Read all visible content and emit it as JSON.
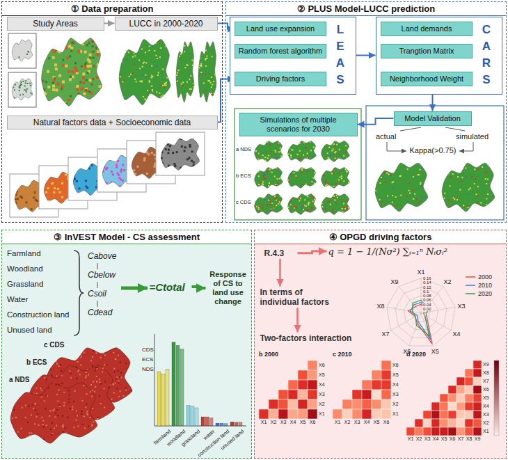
{
  "diagram": {
    "nodes": [
      {
        "text": [
          "① Data preparation"
        ]
      },
      {
        "text": [
          "Study Areas"
        ],
        "in": 0
      },
      {
        "text": [
          "LUCC in 2000-2020"
        ],
        "in": 0
      },
      {
        "text": [
          "Natural factors data + Socioeconomic data"
        ],
        "in": 0
      },
      {
        "text": [
          "② PLUS Model-LUCC prediction"
        ]
      },
      {
        "text": [
          "LEAS"
        ],
        "in": 4
      },
      {
        "text": [
          "Land use expansion"
        ],
        "in": 5
      },
      {
        "text": [
          "Random forest algorithm"
        ],
        "in": 5
      },
      {
        "text": [
          "Driving factors"
        ],
        "in": 5
      },
      {
        "text": [
          "CARS"
        ],
        "in": 4
      },
      {
        "text": [
          "Land demands"
        ],
        "in": 9
      },
      {
        "text": [
          "Trangtion Matrix"
        ],
        "in": 9
      },
      {
        "text": [
          "Neighborhood Weight"
        ],
        "in": 9
      },
      {
        "text": [
          "Model Validation"
        ],
        "in": 4
      },
      {
        "text": [
          "Simulations of multiple scenarios for 2030"
        ],
        "in": 4
      },
      {
        "text": [
          "③ InVEST Model - CS assessment"
        ]
      },
      {
        "text": [
          "=Ctotal"
        ],
        "in": 15
      },
      {
        "text": [
          "Response of CS to land use change"
        ],
        "in": 15
      },
      {
        "text": [
          "④ OPGD driving factors"
        ]
      },
      {
        "text": [
          "R.4.3"
        ],
        "in": 18
      },
      {
        "text": [
          "q = 1 − 1/(Nσ²) ∑ᵢ₌₁ⁿ Nᵢσᵢ²"
        ],
        "in": 18
      },
      {
        "text": [
          "In terms of individual factors"
        ],
        "in": 18
      },
      {
        "text": [
          "Two-factors interaction"
        ],
        "in": 18
      }
    ],
    "edges": [
      {
        "from": 1,
        "to": 2,
        "arrow": "to"
      },
      {
        "from": 2,
        "to": 6,
        "arrow": "to"
      },
      {
        "from": 3,
        "to": 8,
        "arrow": "to"
      },
      {
        "from": 5,
        "to": 9,
        "arrow": "to"
      },
      {
        "from": 9,
        "to": 13,
        "arrow": "to"
      },
      {
        "from": 13,
        "to": 14,
        "arrow": "to"
      },
      {
        "from": 16,
        "to": 17,
        "arrow": "to"
      },
      {
        "from": 19,
        "to": 20,
        "arrow": "to"
      },
      {
        "from": 19,
        "to": 21,
        "arrow": "to"
      },
      {
        "from": 21,
        "to": 22,
        "arrow": "to"
      }
    ],
    "labels": [
      "Farmland",
      "Woodland",
      "Grassland",
      "Water",
      "Construction land",
      "Unused land",
      "Cabove",
      "Cbelow",
      "Csoil",
      "Cdead",
      "c CDS",
      "b ECS",
      "a NDS",
      "farmland",
      "woodland",
      "grassland",
      "water",
      "construction land",
      "unused land",
      "CDS",
      "ECS",
      "NDS",
      "actual",
      "simulated",
      "Kappa(>0.75)",
      "a NDS",
      "b ECS",
      "c CDS",
      "X1",
      "X2",
      "X3",
      "X4",
      "X5",
      "X6",
      "X7",
      "X8",
      "X9",
      "0.16",
      "0.14",
      "0.12",
      "0.1",
      "0.08",
      "0.06",
      "0.04",
      "0.02",
      "0",
      "b 2000",
      "c 2010",
      "d 2020",
      "X6",
      "X5",
      "X4",
      "X3",
      "X2",
      "X1",
      "X1",
      "X2",
      "X3",
      "X4",
      "X5",
      "X6",
      "X6",
      "X5",
      "X4",
      "X3",
      "X2",
      "X1",
      "X1",
      "X2",
      "X3",
      "X4",
      "X5",
      "X6",
      "X9",
      "X8",
      "X7",
      "X6",
      "X5",
      "X4",
      "X3",
      "X2",
      "X1",
      "X1",
      "X2",
      "X3",
      "X4",
      "X5",
      "X6",
      "X7",
      "X8",
      "X9"
    ],
    "legend": [
      {
        "text": "2000"
      },
      {
        "text": "2010"
      },
      {
        "text": "2020"
      }
    ]
  }
}
